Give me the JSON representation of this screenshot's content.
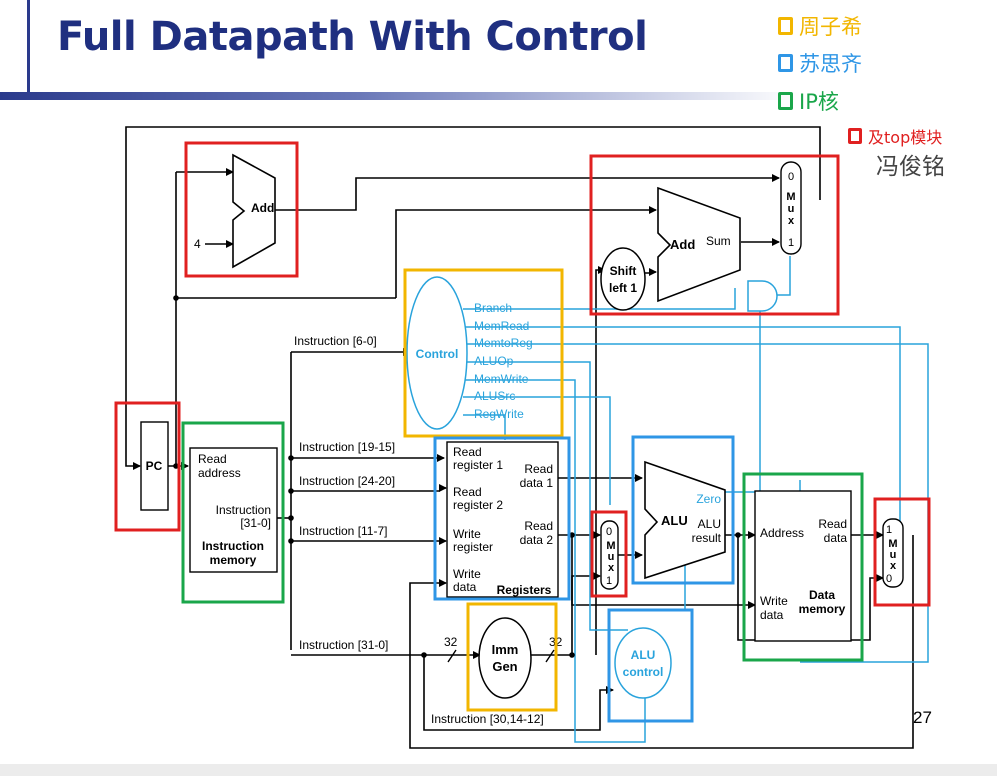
{
  "slide": {
    "title": "Full Datapath With Control",
    "page_number": "27"
  },
  "legend": [
    {
      "label": "周子希",
      "color": "#f2b600"
    },
    {
      "label": "苏思齐",
      "color": "#2f96e6"
    },
    {
      "label": "IP核",
      "color": "#1aa64a"
    },
    {
      "label": "及top模块",
      "color": "#e02020"
    }
  ],
  "legend_extra": "冯俊铭",
  "colors": {
    "owner_yellow": "#f2b600",
    "owner_blue": "#2f96e6",
    "owner_green": "#1aa64a",
    "owner_red": "#e02020",
    "control_signal": "#29a3dc",
    "title": "#1f2f80"
  },
  "components": {
    "pc": "PC",
    "add_top": "Add",
    "add_constant": "4",
    "add_branch": "Add",
    "sum": "Sum",
    "shift_left": [
      "Shift",
      "left 1"
    ],
    "branch_mux": {
      "top": "0",
      "letters": [
        "M",
        "u",
        "x"
      ],
      "bottom": "1"
    },
    "control": "Control",
    "control_signals": [
      "Branch",
      "MemRead",
      "MemtoReg",
      "ALUOp",
      "MemWrite",
      "ALUSrc",
      "RegWrite"
    ],
    "instruction_memory": {
      "read_address": [
        "Read",
        "address"
      ],
      "instruction": [
        "Instruction",
        "[31-0]"
      ],
      "name": [
        "Instruction",
        "memory"
      ]
    },
    "registers": {
      "read_register_1": [
        "Read",
        "register 1"
      ],
      "read_register_2": [
        "Read",
        "register 2"
      ],
      "write_register": [
        "Write",
        "register"
      ],
      "write_data": [
        "Write",
        "data"
      ],
      "read_data_1": [
        "Read",
        "data 1"
      ],
      "read_data_2": [
        "Read",
        "data 2"
      ],
      "name": "Registers"
    },
    "alu_mux": {
      "top": "0",
      "letters": [
        "M",
        "u",
        "x"
      ],
      "bottom": "1"
    },
    "alu": {
      "name": "ALU",
      "zero": "Zero",
      "result": [
        "ALU",
        "result"
      ]
    },
    "alu_control": [
      "ALU",
      "control"
    ],
    "imm_gen": [
      "Imm",
      "Gen"
    ],
    "data_memory": {
      "address": "Address",
      "read_data": [
        "Read",
        "data"
      ],
      "write_data": [
        "Write",
        "data"
      ],
      "name": [
        "Data",
        "memory"
      ]
    },
    "wb_mux": {
      "top": "1",
      "letters": [
        "M",
        "u",
        "x"
      ],
      "bottom": "0"
    }
  },
  "wire_labels": {
    "instr_6_0": "Instruction [6-0]",
    "instr_19_15": "Instruction [19-15]",
    "instr_24_20": "Instruction [24-20]",
    "instr_11_7": "Instruction [11-7]",
    "instr_31_0": "Instruction [31-0]",
    "instr_30_14_12": "Instruction [30,14-12]",
    "imm_in_width": "32",
    "imm_out_width": "32"
  }
}
